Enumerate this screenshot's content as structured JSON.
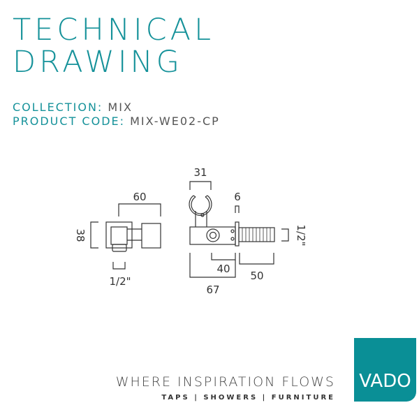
{
  "title": {
    "line1": "TECHNICAL",
    "line2": "DRAWING"
  },
  "meta": {
    "collection_label": "COLLECTION:",
    "collection_value": "MIX",
    "code_label": "PRODUCT CODE:",
    "code_value": "MIX-WE02-CP"
  },
  "dimensions": {
    "side_height": "38",
    "side_width": "60",
    "side_inlet": "1/2\"",
    "hook_width": "31",
    "flange": "6",
    "outlet": "1/2\"",
    "body_40": "40",
    "thread_50": "50",
    "overall_67": "67"
  },
  "footer": {
    "tagline": "WHERE INSPIRATION FLOWS",
    "sub": "TAPS | SHOWERS | FURNITURE",
    "logo": "VADO",
    "brand_color": "#0a8f96"
  }
}
